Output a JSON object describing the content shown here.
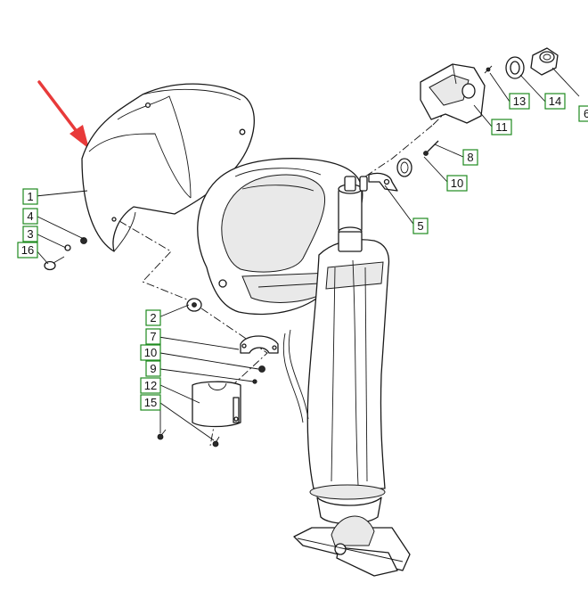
{
  "callouts": [
    {
      "id": "c1",
      "label": "1"
    },
    {
      "id": "c4",
      "label": "4"
    },
    {
      "id": "c3",
      "label": "3"
    },
    {
      "id": "c16",
      "label": "16"
    },
    {
      "id": "c2",
      "label": "2"
    },
    {
      "id": "c7",
      "label": "7"
    },
    {
      "id": "c10a",
      "label": "10"
    },
    {
      "id": "c9",
      "label": "9"
    },
    {
      "id": "c12",
      "label": "12"
    },
    {
      "id": "c15",
      "label": "15"
    },
    {
      "id": "c5",
      "label": "5"
    },
    {
      "id": "c10b",
      "label": "10"
    },
    {
      "id": "c8",
      "label": "8"
    },
    {
      "id": "c11",
      "label": "11"
    },
    {
      "id": "c13",
      "label": "13"
    },
    {
      "id": "c14",
      "label": "14"
    },
    {
      "id": "c6",
      "label": "6"
    }
  ],
  "colors": {
    "callout_border": "#1e8a1e",
    "arrow": "#e83a3a",
    "line": "#1a1a1a"
  },
  "icons": {
    "pointer": "red-arrow-icon"
  }
}
